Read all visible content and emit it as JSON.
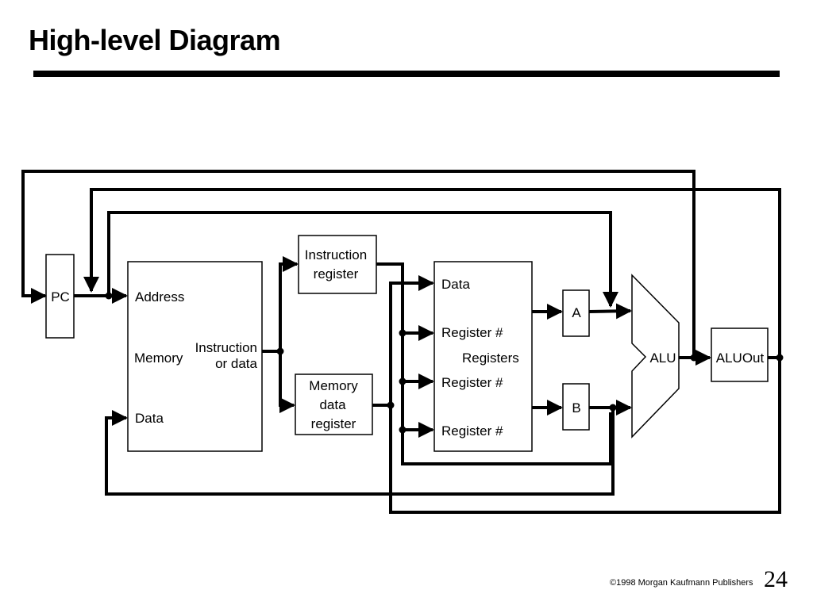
{
  "slide": {
    "title": "High-level Diagram",
    "footer": "©1998 Morgan Kaufmann Publishers",
    "page_number": "24"
  },
  "diagram": {
    "pc": "PC",
    "memory": {
      "address": "Address",
      "name": "Memory",
      "data": "Data",
      "output_line1": "Instruction",
      "output_line2": "or data"
    },
    "instruction_register": {
      "line1": "Instruction",
      "line2": "register"
    },
    "memory_data_register": {
      "line1": "Memory",
      "line2": "data",
      "line3": "register"
    },
    "registers": {
      "data": "Data",
      "reg1": "Register #",
      "name": "Registers",
      "reg2": "Register #",
      "reg3": "Register #"
    },
    "a": "A",
    "b": "B",
    "alu": "ALU",
    "aluout": "ALUOut"
  }
}
